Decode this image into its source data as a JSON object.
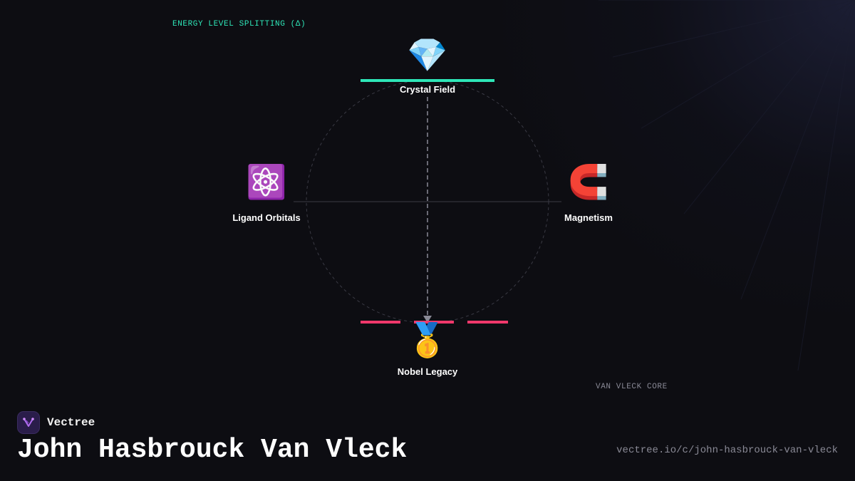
{
  "caption_top": "ENERGY LEVEL SPLITTING (Δ)",
  "caption_core": "VAN VLECK CORE",
  "colors": {
    "accent_teal": "#2ee6b8",
    "accent_pink": "#f0386b",
    "muted_text": "#8a8a96"
  },
  "nodes": {
    "top": {
      "label": "Crystal Field",
      "icon": "gem-icon",
      "glyph": "💎"
    },
    "left": {
      "label": "Ligand Orbitals",
      "icon": "atom-icon",
      "glyph": "⚛️"
    },
    "right": {
      "label": "Magnetism",
      "icon": "magnet-icon",
      "glyph": "🧲"
    },
    "bottom": {
      "label": "Nobel Legacy",
      "icon": "medal-icon",
      "glyph": "🥇"
    }
  },
  "brand": {
    "name": "Vectree",
    "logo_icon": "vectree-logo-icon"
  },
  "title": "John Hasbrouck Van Vleck",
  "url": "vectree.io/c/john-hasbrouck-van-vleck"
}
